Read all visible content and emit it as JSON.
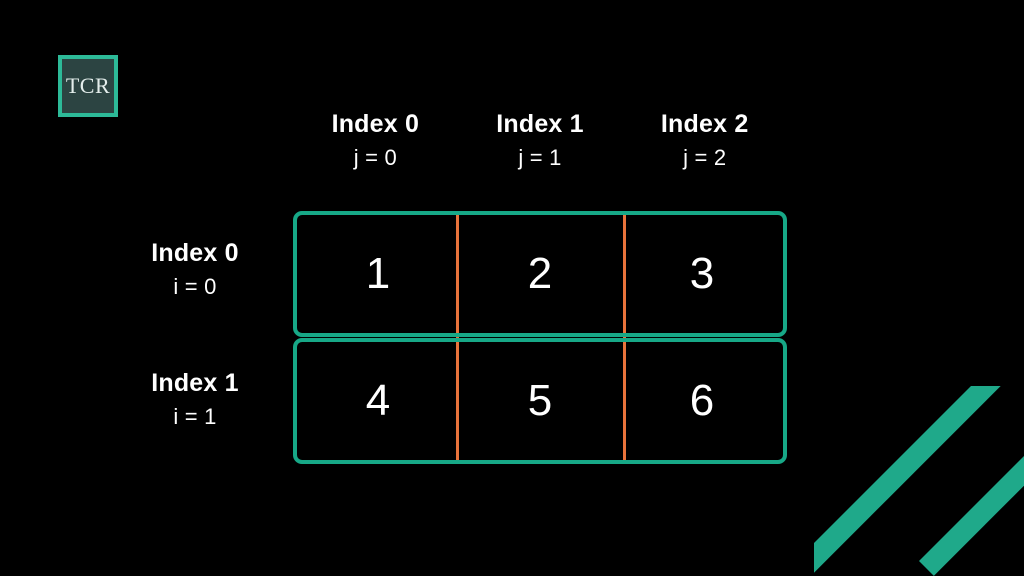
{
  "slide": {
    "background_color": "#000000",
    "accent_teal": "#17A887",
    "accent_orange": "#E8733B",
    "text_color": "#FFFFFF"
  },
  "logo": {
    "text": "TCR",
    "border_color": "#2DBA98",
    "fill_color": "#2C4442"
  },
  "column_headers": [
    {
      "index_label": "Index 0",
      "var_label": "j = 0"
    },
    {
      "index_label": "Index 1",
      "var_label": "j = 1"
    },
    {
      "index_label": "Index 2",
      "var_label": "j = 2"
    }
  ],
  "row_headers": [
    {
      "index_label": "Index 0",
      "var_label": "i = 0"
    },
    {
      "index_label": "Index 1",
      "var_label": "i = 1"
    }
  ],
  "matrix": {
    "rows": [
      {
        "cells": [
          "1",
          "2",
          "3"
        ]
      },
      {
        "cells": [
          "4",
          "5",
          "6"
        ]
      }
    ]
  },
  "decoration": {
    "corner_stripe_color": "#1FA98A",
    "corner_stripe_count": 2
  }
}
